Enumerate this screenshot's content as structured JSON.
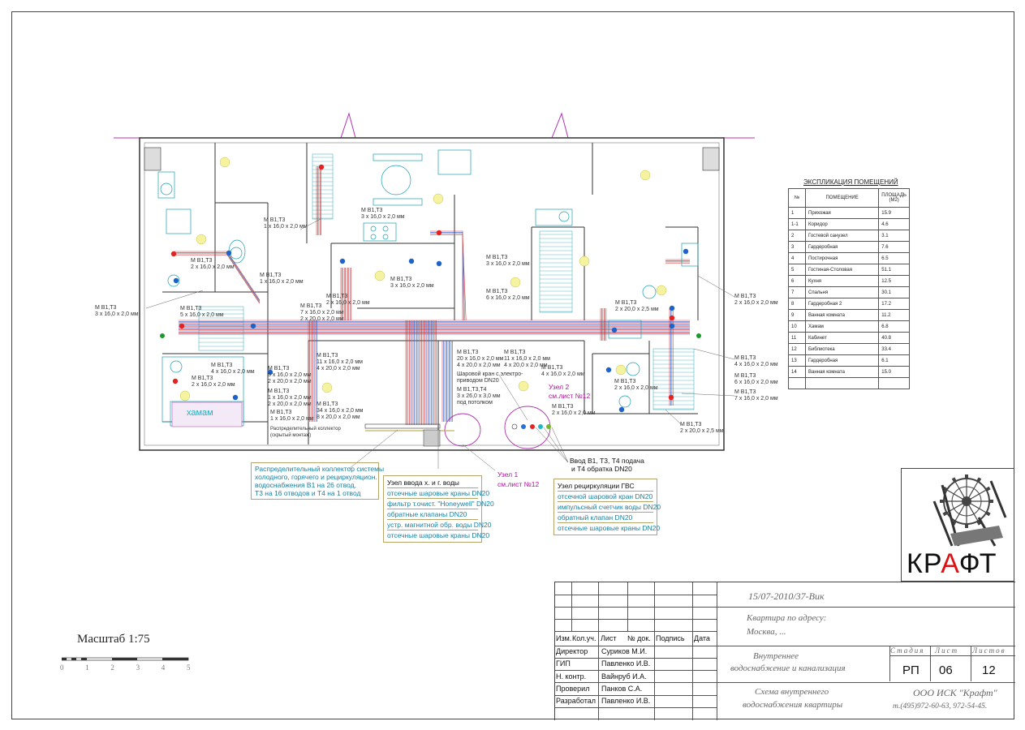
{
  "room_table": {
    "title": "ЭКСПЛИКАЦИЯ ПОМЕЩЕНИЙ",
    "headers": [
      "№",
      "ПОМЕЩЕНИЕ",
      "ПЛОЩАДЬ (М2)"
    ],
    "rows": [
      [
        "1",
        "Прихожая",
        "15.9"
      ],
      [
        "1-1",
        "Коридор",
        "4.6"
      ],
      [
        "2",
        "Гостевой санузел",
        "3.1"
      ],
      [
        "3",
        "Гардеробная",
        "7.6"
      ],
      [
        "4",
        "Постирочная",
        "6.5"
      ],
      [
        "5",
        "Гостиная-Столовая",
        "51.1"
      ],
      [
        "6",
        "Кухня",
        "12.5"
      ],
      [
        "7",
        "Спальня",
        "30.1"
      ],
      [
        "8",
        "Гардеробная 2",
        "17.2"
      ],
      [
        "9",
        "Ванная комната",
        "11.2"
      ],
      [
        "10",
        "Хамам",
        "6.8"
      ],
      [
        "11",
        "Кабинет",
        "40.8"
      ],
      [
        "12",
        "Библиотека",
        "33.4"
      ],
      [
        "13",
        "Гардеробная",
        "6.1"
      ],
      [
        "14",
        "Ванная комната",
        "15.0"
      ]
    ]
  },
  "plan_labels": {
    "l1": "М В1,Т3\n1 х 16,0 х 2,0 мм",
    "l2": "М В1,Т3\n3 х 16,0 х 2,0 мм",
    "l3": "М В1,Т3\n2 х 16,0 х 2,0 мм",
    "l4": "М В1,Т3\n1 х 16,0 х 2,0 мм",
    "l5": "М В1,Т3\n5 х 16,0 х 2,0 мм",
    "l6": "М В1,Т3\n3 х 16,0 х 2,0 мм",
    "l7": "М В1,Т3\n7 х 16,0 х 2,0 мм\n2 х 20,0 х 2,0 мм",
    "l8": "М В1,Т3\n2 х 16,0 х 2,0 мм",
    "l9": "М В1,Т3\n3 х 16,0 х 2,0 мм",
    "l10": "М В1,Т3\n3 х 16,0 х 2,0 мм",
    "l11": "М В1,Т3\n6 х 16,0 х 2,0 мм",
    "l12": "М В1,Т3\n2 х 20,0 х 2,5 мм",
    "l13": "М В1,Т3\n2 х 16,0 х 2,0 мм",
    "l14": "М В1,Т3\n4 х 16,0 х 2,0 мм",
    "l15": "М В1,Т3\n6 х 16,0 х 2,0 мм",
    "l16": "М В1,Т3\n7 х 16,0 х 2,0 мм",
    "l17": "М В1,Т3\n2 х 20,0 х 2,5 мм",
    "l18": "М В1,Т3\n11 х 16,0 х 2,0 мм\n4 х 20,0 х 2,0 мм",
    "l19": "М В1,Т3\n34 х 16,0 х 2,0 мм\n8 х 20,0 х 2,0 мм",
    "l20": "М В1,Т3\n20 х 16,0 х 2,0 мм\n4 х 20,0 х 2,0 мм",
    "l21": "М В1,Т3\n11 х 16,0 х 2,0 мм\n4 х 20,0 х 2,0 мм",
    "l22": "М В1,Т3\n4 х 16,0 х 2,0 мм",
    "l23": "М В1,Т3\n2 х 16,0 х 2,0 мм",
    "l24": "М В1,Т3\n2 х 16,0 х 2,0 мм",
    "l25": "М В1,Т3\n4 х 16,0 х 2,0 мм",
    "l26": "М В1,Т3\n2 х 16,0 х 2,0 мм",
    "l27": "М В1,Т3\n5 х 16,0 х 2,0 мм\n2 х 20,0 х 2,0 мм",
    "l28": "М В1,Т3\n1 х 16,0 х 2,0 мм\n2 х 20,0 х 2,0 мм",
    "l29": "М В1,Т3\n1 х 16,0 х 2,0 мм",
    "l30": "Шаровой кран с электро-\nприводом DN20",
    "l31": "М В1,Т3,Т4\n3 х 26,0 х 3,0 мм\nпод потолком",
    "hamam": "хамам",
    "collector": "Распределительный коллектор\n(скрытый монтаж)"
  },
  "callouts": {
    "distribution": [
      "Распределительный коллектор системы",
      "холодного, горячего и рециркуляцион.",
      "водоснабжения В1 на 26 отвод,",
      "Т3 на 16 отводов и Т4 на 1 отвод"
    ],
    "node_water_title": "Узел ввода х. и г. воды",
    "node_water": [
      "отсечные шаровые краны DN20",
      "фильтр т.очист. \"Honeywell\" DN20",
      "обратные клапаны DN20",
      "устр. магнитной обр. воды DN20",
      "отсечные шаровые краны DN20"
    ],
    "node1": "Узел 1",
    "node1_ref": "см.лист №12",
    "node2": "Узел 2",
    "node2_ref": "см.лист №12",
    "inlet_1": "Ввод В1, Т3, Т4 подача",
    "inlet_2": "и Т4 обратка DN20",
    "recirc_title": "Узел рециркуляции ГВС",
    "recirc": [
      "отсечной шаровой кран DN20",
      "импульсный счетчик воды DN20",
      "обратный клапан DN20",
      "отсечные шаровые краны DN20"
    ]
  },
  "scale": {
    "label": "Масштаб 1:75",
    "ticks": [
      "0",
      "1",
      "2",
      "3",
      "4",
      "5"
    ]
  },
  "logo": {
    "k": "К",
    "r": "Р",
    "a": "А",
    "rest": "ФТ"
  },
  "title_block": {
    "doc_code": "15/07-2010/37-Вик",
    "address_1": "Квартира по адресу:",
    "address_2": "Москва, ...",
    "headers": [
      "Изм.",
      "Кол.уч.",
      "Лист",
      "№ док.",
      "Подпись",
      "Дата"
    ],
    "signers": [
      {
        "role": "Директор",
        "name": "Суриков М.И."
      },
      {
        "role": "ГИП",
        "name": "Павленко И.В."
      },
      {
        "role": "Н. контр.",
        "name": "Вайнруб И.А."
      },
      {
        "role": "Проверил",
        "name": "Панков С.А."
      },
      {
        "role": "Разработал",
        "name": "Павленко И.В."
      }
    ],
    "section_1": "Внутреннее",
    "section_2": "водоснабжение и канализация",
    "sheet_title_1": "Схема внутреннего",
    "sheet_title_2": "водоснабжения квартиры",
    "stage_h": "Стадия",
    "sheet_h": "Лист",
    "sheets_h": "Листов",
    "stage": "РП",
    "sheet": "06",
    "sheets": "12",
    "company": "ООО ИСК \"Крафт\"",
    "phone": "т.(495)972-60-63, 972-54-45."
  }
}
